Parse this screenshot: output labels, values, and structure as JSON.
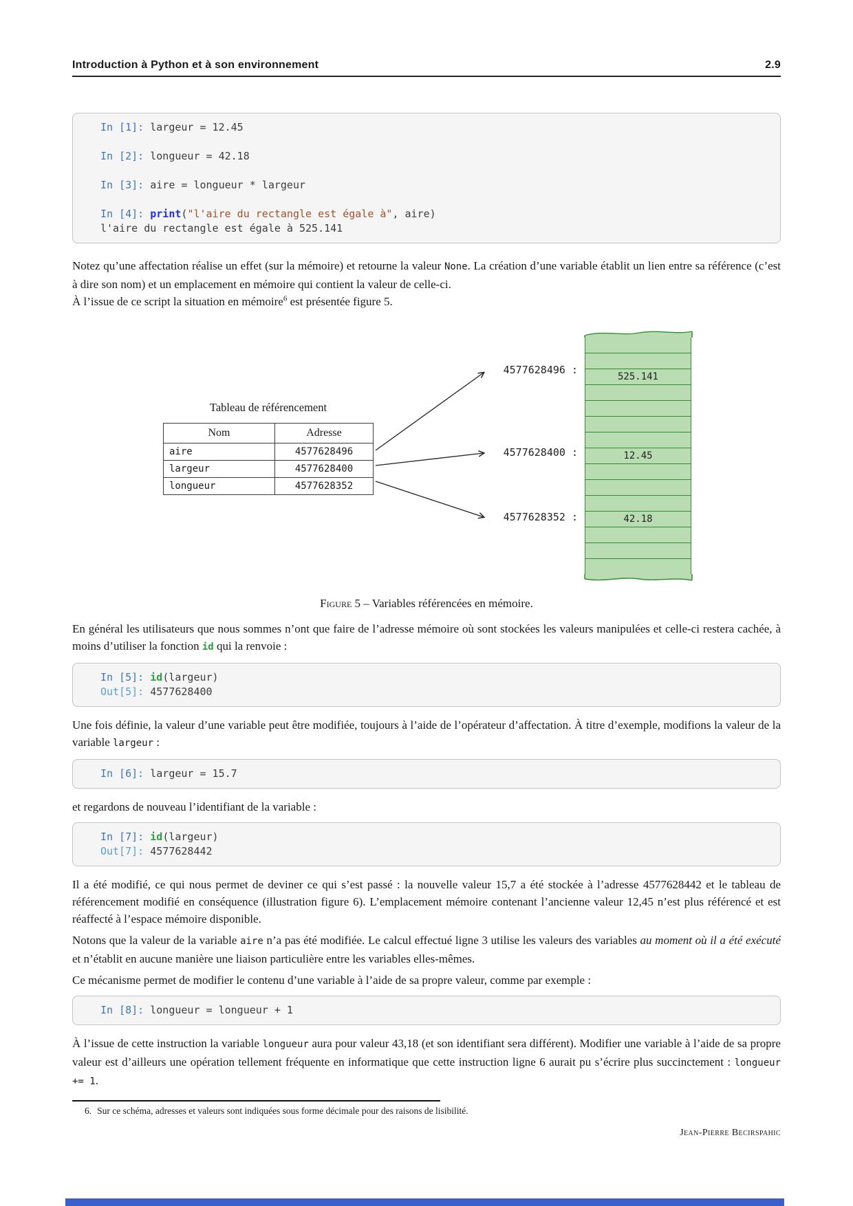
{
  "header": {
    "title": "Introduction à Python et à son environnement",
    "page_number": "2.9"
  },
  "code_blocks": {
    "block1": {
      "lines": [
        [
          {
            "t": "In [1]: ",
            "c": "prompt"
          },
          {
            "t": "largeur = 12.45",
            "c": "code"
          }
        ],
        [],
        [
          {
            "t": "In [2]: ",
            "c": "prompt"
          },
          {
            "t": "longueur = 42.18",
            "c": "code"
          }
        ],
        [],
        [
          {
            "t": "In [3]: ",
            "c": "prompt"
          },
          {
            "t": "aire = longueur * largeur",
            "c": "code"
          }
        ],
        [],
        [
          {
            "t": "In [4]: ",
            "c": "prompt"
          },
          {
            "t": "print",
            "c": "kw"
          },
          {
            "t": "(",
            "c": "code"
          },
          {
            "t": "\"l'aire du rectangle est égale à\"",
            "c": "str"
          },
          {
            "t": ", aire)",
            "c": "code"
          }
        ],
        [
          {
            "t": "l'aire du rectangle est égale à 525.141",
            "c": "code"
          }
        ]
      ]
    },
    "block2": {
      "lines": [
        [
          {
            "t": "In [5]: ",
            "c": "prompt"
          },
          {
            "t": "id",
            "c": "kwgreen"
          },
          {
            "t": "(largeur)",
            "c": "code"
          }
        ],
        [
          {
            "t": "Out[5]: ",
            "c": "out"
          },
          {
            "t": "4577628400",
            "c": "code"
          }
        ]
      ]
    },
    "block3": {
      "lines": [
        [
          {
            "t": "In [6]: ",
            "c": "prompt"
          },
          {
            "t": "largeur = 15.7",
            "c": "code"
          }
        ]
      ]
    },
    "block4": {
      "lines": [
        [
          {
            "t": "In [7]: ",
            "c": "prompt"
          },
          {
            "t": "id",
            "c": "kwgreen"
          },
          {
            "t": "(largeur)",
            "c": "code"
          }
        ],
        [
          {
            "t": "Out[7]: ",
            "c": "out"
          },
          {
            "t": "4577628442",
            "c": "code"
          }
        ]
      ]
    },
    "block5": {
      "lines": [
        [
          {
            "t": "In [8]: ",
            "c": "prompt"
          },
          {
            "t": "longueur = longueur + 1",
            "c": "code"
          }
        ]
      ]
    }
  },
  "paragraphs": {
    "p1": [
      {
        "t": "Notez qu’une affectation réalise un effet (sur la mémoire) et retourne la valeur ",
        "c": "plain"
      },
      {
        "t": "None",
        "c": "mono"
      },
      {
        "t": ". La création d’une variable établit un lien entre sa référence (c’est à dire son nom) et un emplacement en mémoire qui contient la valeur de celle-ci.",
        "c": "plain"
      }
    ],
    "p2": [
      {
        "t": "À l’issue de ce script la situation en mémoire",
        "c": "plain"
      },
      {
        "t": "6",
        "c": "sup"
      },
      {
        "t": " est présentée figure 5.",
        "c": "plain"
      }
    ],
    "p3": [
      {
        "t": "En général les utilisateurs que nous sommes n’ont que faire de l’adresse mémoire où sont stockées les valeurs manipulées et celle-ci restera cachée, à moins d’utiliser la fonction ",
        "c": "plain"
      },
      {
        "t": "id",
        "c": "monogreen"
      },
      {
        "t": " qui la renvoie :",
        "c": "plain"
      }
    ],
    "p4": [
      {
        "t": "Une fois définie, la valeur d’une variable peut être modifiée, toujours à l’aide de l’opérateur d’affectation. À titre d’exemple, modifions la valeur de la variable ",
        "c": "plain"
      },
      {
        "t": "largeur",
        "c": "mono"
      },
      {
        "t": " :",
        "c": "plain"
      }
    ],
    "p5": [
      {
        "t": "et regardons de nouveau l’identifiant de la variable :",
        "c": "plain"
      }
    ],
    "p6": [
      {
        "t": "Il a été modifié, ce qui nous permet de deviner ce qui s’est passé : la nouvelle valeur 15,7 a été stockée à l’adresse 4577628442 et le tableau de référencement modifié en conséquence (illustration figure 6). L’emplacement mémoire contenant l’ancienne valeur 12,45 n’est plus référencé et est réaffecté à l’espace mémoire disponible.",
        "c": "plain"
      }
    ],
    "p7": [
      {
        "t": "Notons que la valeur de la variable ",
        "c": "plain"
      },
      {
        "t": "aire",
        "c": "mono"
      },
      {
        "t": " n’a pas été modifiée. Le calcul effectué ligne 3 utilise les valeurs des variables ",
        "c": "plain"
      },
      {
        "t": "au moment où il a été exécuté",
        "c": "italic"
      },
      {
        "t": " et n’établit en aucune manière une liaison particulière entre les variables elles-mêmes.",
        "c": "plain"
      }
    ],
    "p8": [
      {
        "t": "Ce mécanisme permet de modifier le contenu d’une variable à l’aide de sa propre valeur, comme par exemple :",
        "c": "plain"
      }
    ],
    "p9": [
      {
        "t": "À l’issue de cette instruction la variable ",
        "c": "plain"
      },
      {
        "t": "longueur",
        "c": "mono"
      },
      {
        "t": " aura pour valeur 43,18 (et son identifiant sera différent). Modifier une variable à l’aide de sa propre valeur est d’ailleurs une opération tellement fréquente en informatique que cette instruction ligne 6 aurait pu s’écrire plus succinctement : ",
        "c": "plain"
      },
      {
        "t": "longueur += 1",
        "c": "mono"
      },
      {
        "t": ".",
        "c": "plain"
      }
    ]
  },
  "figure": {
    "table_title": "Tableau de référencement",
    "table": {
      "headers": [
        "Nom",
        "Adresse"
      ],
      "rows": [
        [
          "aire",
          "4577628496"
        ],
        [
          "largeur",
          "4577628400"
        ],
        [
          "longueur",
          "4577628352"
        ]
      ]
    },
    "memory": {
      "labels": [
        "4577628496 :",
        "4577628400 :",
        "4577628352 :"
      ],
      "cells": [
        "",
        "",
        "525.141",
        "",
        "",
        "",
        "",
        "12.45",
        "",
        "",
        "",
        "42.18",
        "",
        "",
        ""
      ]
    },
    "caption_label": "Figure 5",
    "caption_text": " – Variables référencées en mémoire."
  },
  "footnote": {
    "number": "6.",
    "text": "Sur ce schéma, adresses et valeurs sont indiquées sous forme décimale pour des raisons de lisibilité."
  },
  "footer": {
    "author": "Jean-Pierre Becirspahic"
  },
  "colors": {
    "prompt_blue": "#3e75b7",
    "out_blue": "#5b9ecf",
    "keyword_blue": "#2330dc",
    "id_green": "#2a9d3f",
    "string_brown": "#a0522d",
    "memory_cell_fill": "#b9dcb2",
    "memory_cell_border": "#2f8f2f",
    "code_bg": "#f5f5f5",
    "bottom_bar_blue": "#3b5fcc"
  }
}
